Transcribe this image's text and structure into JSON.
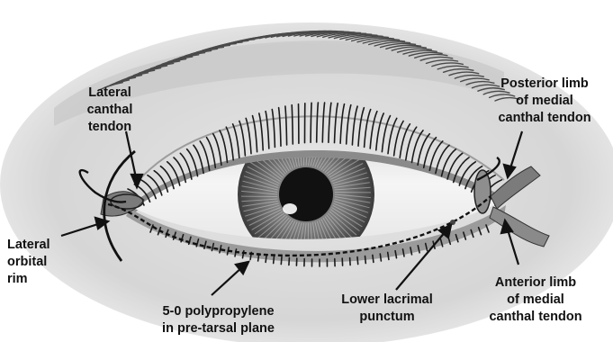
{
  "labels": {
    "lateral_canthal_tendon": "Lateral\ncanthal\ntendon",
    "lateral_orbital_rim": "Lateral\norbital\nrim",
    "polypropylene": "5-0 polypropylene\nin pre-tarsal plane",
    "lower_lacrimal_punctum": "Lower lacrimal\npunctum",
    "posterior_limb": "Posterior limb\nof medial\ncanthal tendon",
    "anterior_limb": "Anterior limb\nof medial\ncanthal tendon"
  },
  "colors": {
    "skin": "#dcdcdc",
    "sclera": "#f4f4f4",
    "iris": "#6f6f6f",
    "pupil": "#111111",
    "arrow": "#111111"
  }
}
